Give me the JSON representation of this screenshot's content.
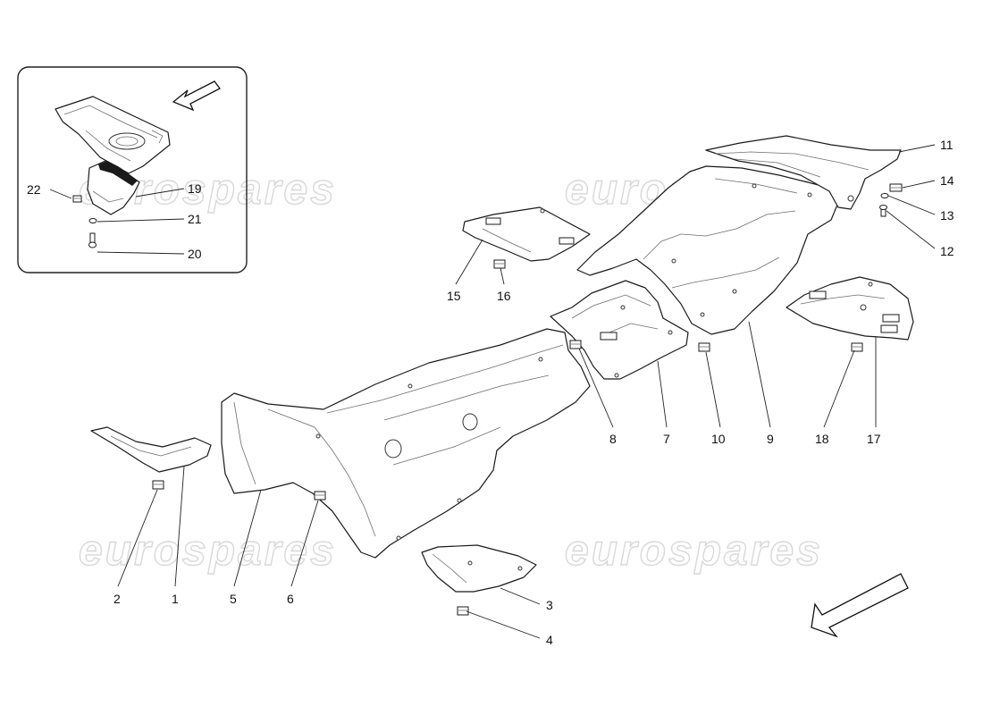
{
  "diagram": {
    "watermark_text": "eurospares",
    "inset": {
      "callouts": {
        "c22": "22",
        "c19": "19",
        "c21": "21",
        "c20": "20"
      }
    },
    "callouts": {
      "c1": "1",
      "c2": "2",
      "c3": "3",
      "c4": "4",
      "c5": "5",
      "c6": "6",
      "c7": "7",
      "c8": "8",
      "c9": "9",
      "c10": "10",
      "c11": "11",
      "c12": "12",
      "c13": "13",
      "c14": "14",
      "c15": "15",
      "c16": "16",
      "c17": "17",
      "c18": "18"
    },
    "icons": {
      "inset_arrow": "direction-arrow-icon",
      "main_arrow": "direction-arrow-icon"
    }
  }
}
